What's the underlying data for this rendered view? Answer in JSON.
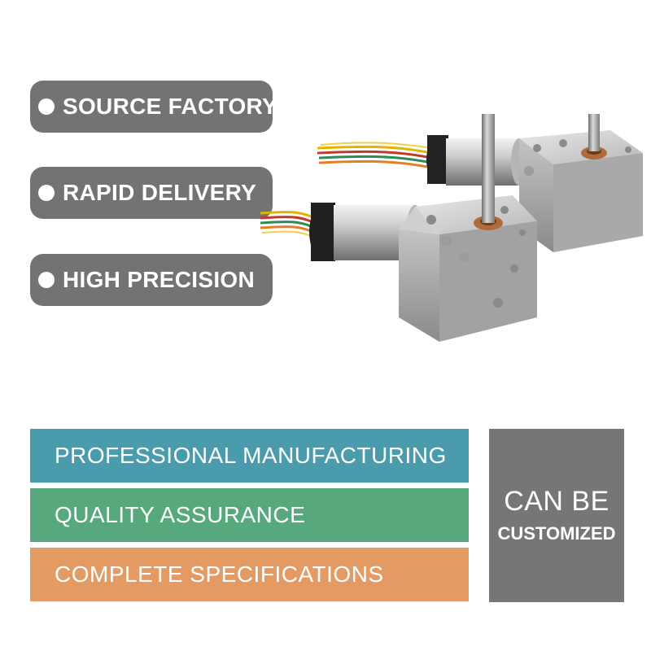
{
  "features": [
    {
      "label": "SOURCE FACTORY"
    },
    {
      "label": "RAPID DELIVERY"
    },
    {
      "label": "HIGH PRECISION"
    }
  ],
  "banners": [
    {
      "label": "PROFESSIONAL MANUFACTURING",
      "color": "#4a9cad"
    },
    {
      "label": "QUALITY ASSURANCE",
      "color": "#57a87c"
    },
    {
      "label": "COMPLETE SPECIFICATIONS",
      "color": "#e39b63"
    }
  ],
  "custom": {
    "line1": "CAN BE",
    "line2": "CUSTOMIZED",
    "color": "#767676"
  },
  "pill_color": "#737373",
  "product_image": "worm-gear-motor-pair"
}
